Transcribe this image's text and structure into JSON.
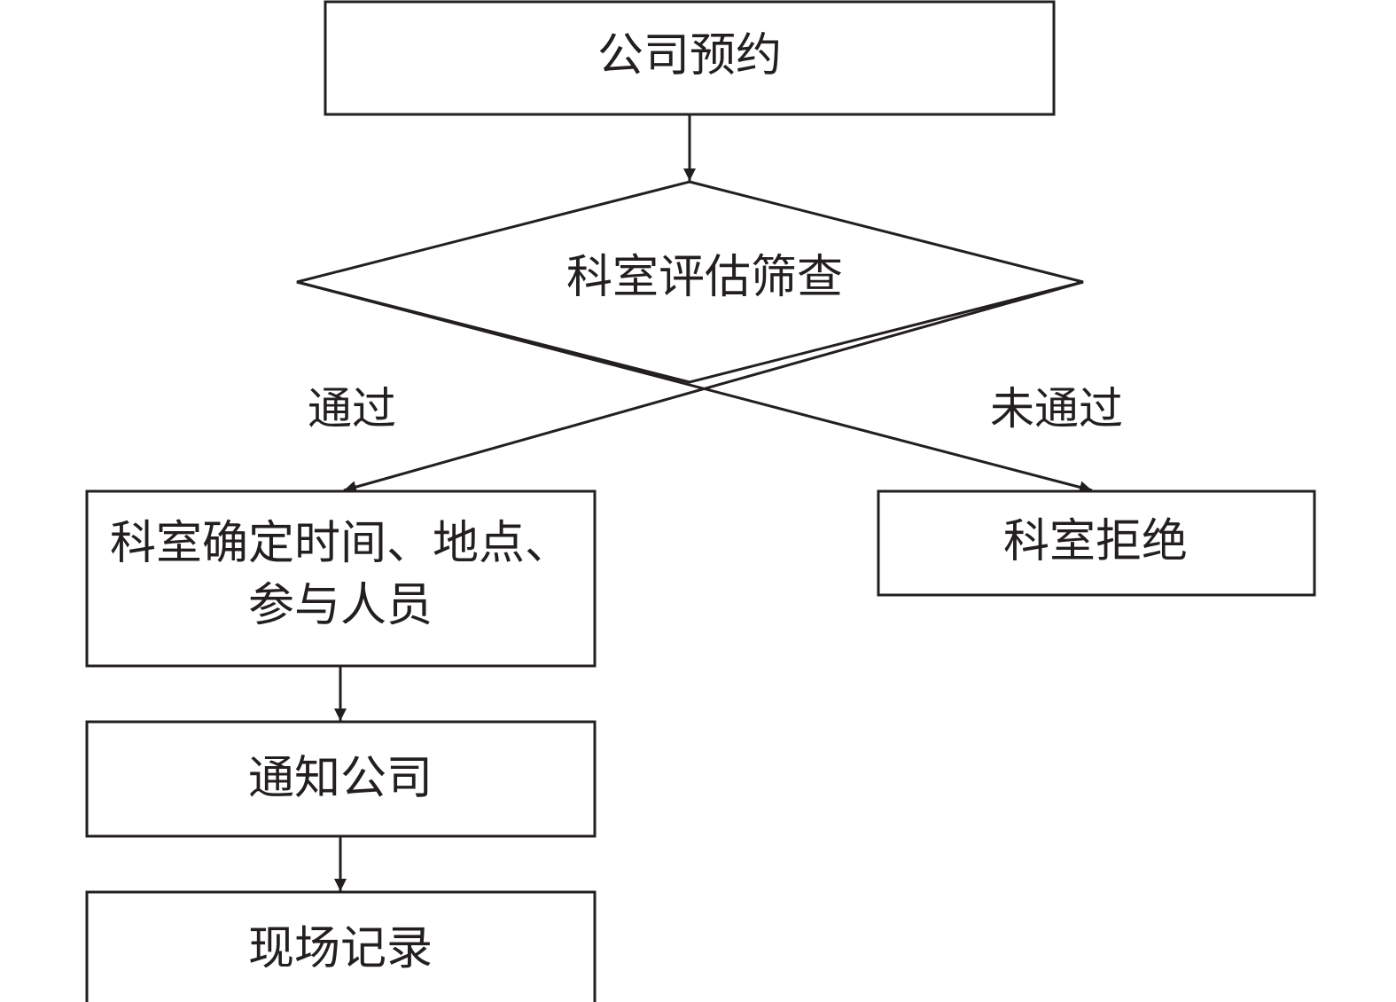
{
  "nodes": {
    "company_booking": "公司预约",
    "department_screening": "科室评估筛查",
    "department_schedule_line1": "科室确定时间、地点、",
    "department_schedule_line2": "参与人员",
    "department_reject": "科室拒绝",
    "notify_company": "通知公司",
    "onsite_record": "现场记录"
  },
  "edges": {
    "pass": "通过",
    "fail": "未通过"
  },
  "colors": {
    "line": "#231f20",
    "text": "#231f20",
    "background": "#ffffff"
  }
}
